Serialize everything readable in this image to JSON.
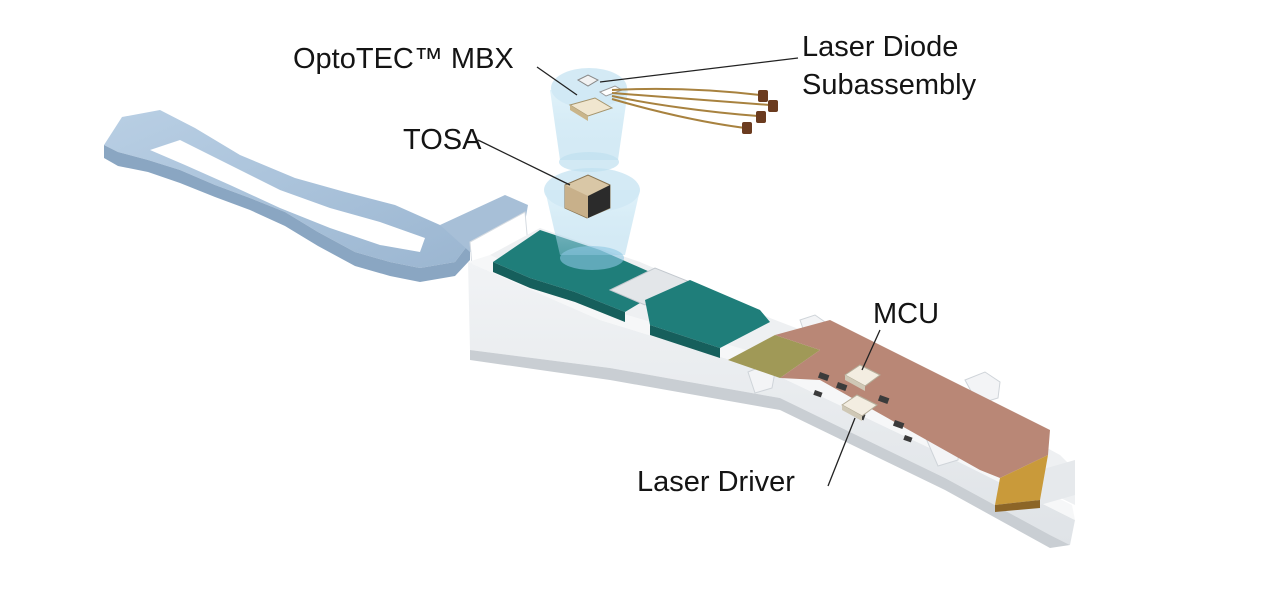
{
  "labels": {
    "optotec_mbx": "OptoTEC™ MBX",
    "laser_diode_line1": "Laser Diode",
    "laser_diode_line2": "Subassembly",
    "tosa": "TOSA",
    "mcu": "MCU",
    "laser_driver": "Laser Driver"
  },
  "colors": {
    "handle": "#a9c2db",
    "housing": "#e9ecef",
    "teal_pad": "#1f7e7a",
    "pcb": "#b98776",
    "gold_contacts": "#c99a3a",
    "cone": "#bfe0f0",
    "chip": "#f3ede1"
  },
  "icons": {
    "module": "qsfp-transceiver-illustration",
    "tosa": "tosa-component-icon",
    "mbx": "thermoelectric-cooler-icon",
    "ld": "laser-diode-icon"
  }
}
